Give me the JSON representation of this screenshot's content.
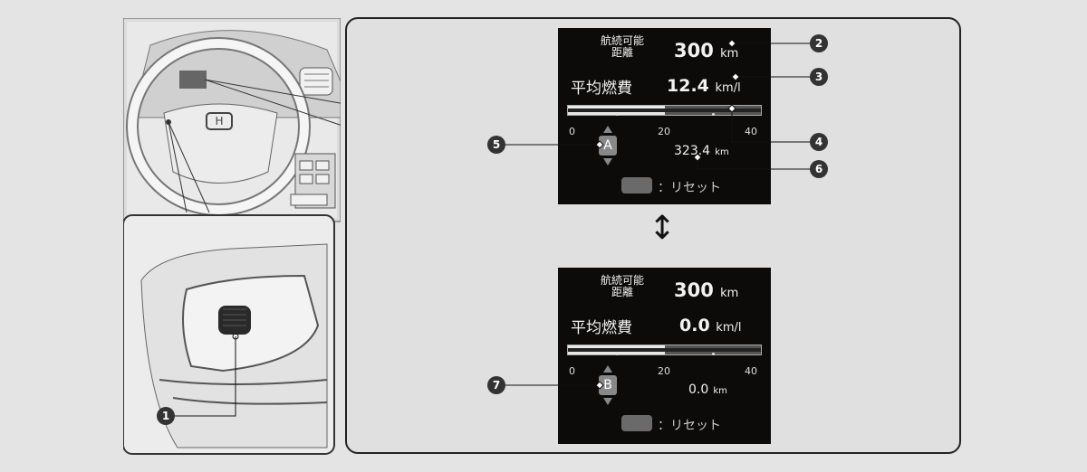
{
  "display_a": {
    "range_label": "航続可能\n距離",
    "range_value": "300",
    "range_unit": "km",
    "fuel_label": "平均燃費",
    "fuel_value": "12.4",
    "fuel_unit": "km/l",
    "scale": [
      "0",
      "20",
      "40"
    ],
    "trip_id": "A",
    "trip_value": "323.4",
    "trip_unit": "km",
    "reset_label": "：リセット",
    "fill_fraction": 0.5
  },
  "display_b": {
    "range_label": "航続可能\n距離",
    "range_value": "300",
    "range_unit": "km",
    "fuel_label": "平均燃費",
    "fuel_value": "0.0",
    "fuel_unit": "km/l",
    "scale": [
      "0",
      "20",
      "40"
    ],
    "trip_id": "B",
    "trip_value": "0.0",
    "trip_unit": "km",
    "reset_label": "：リセット",
    "fill_fraction": 0.5
  },
  "callouts": [
    "1",
    "2",
    "3",
    "4",
    "5",
    "6",
    "7"
  ],
  "swap_arrow": "↕",
  "colors": {
    "screen_bg": "#0d0b09",
    "panel_bg": "#e0e0e0",
    "callout": "#333333"
  }
}
